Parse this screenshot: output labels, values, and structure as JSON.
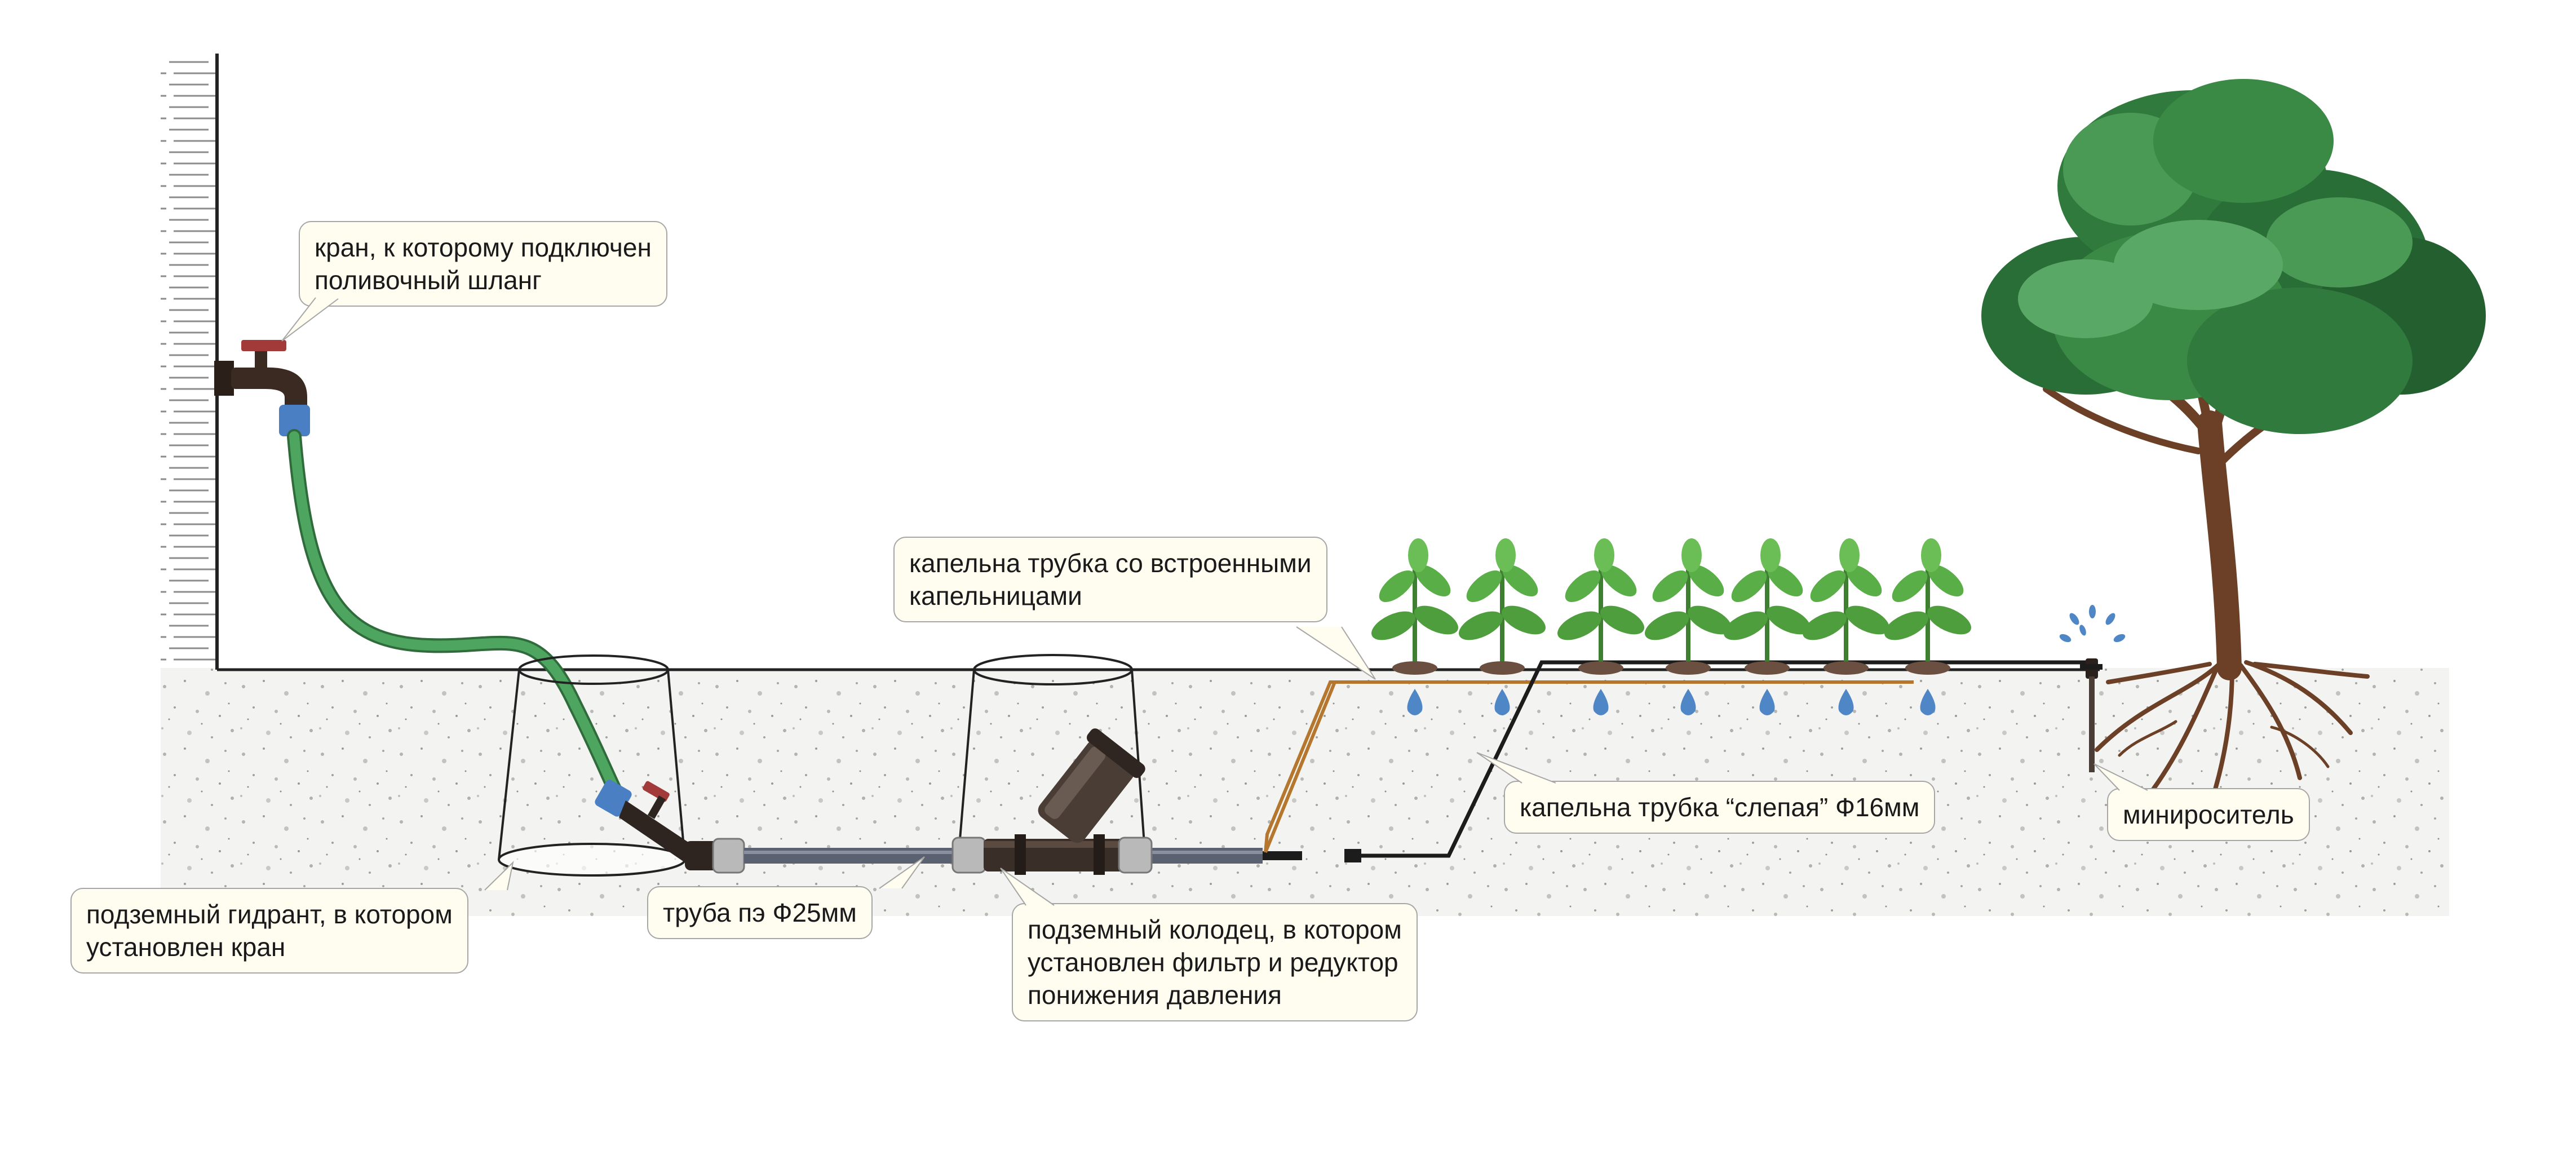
{
  "labels": {
    "tap": [
      "кран, к которому подключен",
      "поливочный шланг"
    ],
    "hydrant": [
      "подземный гидрант, в котором",
      "установлен кран"
    ],
    "pipe": [
      "труба пэ Ф25мм"
    ],
    "well": [
      "подземный колодец, в котором",
      "установлен фильтр и редуктор",
      "понижения давления"
    ],
    "drip_builtin": [
      "капельна трубка со встроенными",
      "капельницами"
    ],
    "drip_blind": [
      "капельна трубка “слепая” Ф16мм"
    ],
    "sprinkler": [
      "минироситель"
    ]
  },
  "colors": {
    "hose": "#4ea55f",
    "hose_outline": "#2f6b3b",
    "pipe": "#5a6170",
    "drip_tube": "#b5762d",
    "blind_tube": "#1c1c1c",
    "water_drop": "#4f86c6",
    "tap_handle": "#a33a3a",
    "coupling": "#4b7fc4",
    "soil_dots": "#a9aaa6",
    "leaf": "#4f9e3d",
    "tree_foliage": "#2f7a3c",
    "trunk": "#6b4026"
  },
  "icons": [
    "wall-tap-icon",
    "hose-icon",
    "hydrant-well-icon",
    "filter-icon",
    "plant-icon",
    "tree-icon",
    "sprinkler-icon",
    "water-drop-icon"
  ]
}
